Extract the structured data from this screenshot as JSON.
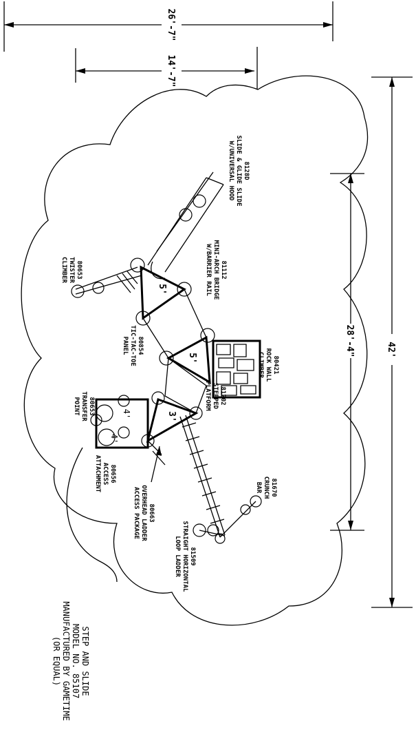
{
  "drawing": {
    "dimensions": {
      "overall_width": "26'-7\"",
      "inner_width": "14'-7\"",
      "overall_length": "42'",
      "inner_length": "28'-4\""
    },
    "components": [
      {
        "id": "slide",
        "text": [
          "8128D",
          "SLIDE & GLIDE SLIDE",
          "W/UNIVERSAL HOOD"
        ]
      },
      {
        "id": "bridge",
        "text": [
          "81112",
          "MINI-ARCH BRIDGE",
          "W/BARRIER RAIL"
        ]
      },
      {
        "id": "twister",
        "text": [
          "80653",
          "TWISTER",
          "CLIMBER"
        ]
      },
      {
        "id": "rockwall",
        "text": [
          "80421",
          "ROCK WALL",
          "CLIMBER"
        ]
      },
      {
        "id": "tictactoe",
        "text": [
          "80854",
          "TIC-TAC-TOE",
          "PANEL"
        ]
      },
      {
        "id": "stepped",
        "text": [
          "81202",
          "STEPPED",
          "PLATFORM"
        ]
      },
      {
        "id": "transfer",
        "text": [
          "80653",
          "TRANSFER",
          "POINT"
        ]
      },
      {
        "id": "access",
        "text": [
          "80656",
          "ACCESS",
          "ATTACHMENT"
        ]
      },
      {
        "id": "overhead",
        "text": [
          "80663",
          "OVERHEAD LADDER",
          "ACCESS PACKAGE"
        ]
      },
      {
        "id": "crunch",
        "text": [
          "81670",
          "CRUNCH",
          "BAR"
        ]
      },
      {
        "id": "loopladder",
        "text": [
          "81509",
          "STRAIGHT HORIZONTAL",
          "LOOP LADDER"
        ]
      }
    ],
    "deck_heights": [
      "5'",
      "5'",
      "3'",
      "4'",
      "4'"
    ],
    "model_note": [
      "STEP AND SLIDE",
      "MODEL NO. 85107",
      "MANUFACTURED BY GAMETIME",
      "(OR EQUAL)"
    ]
  }
}
